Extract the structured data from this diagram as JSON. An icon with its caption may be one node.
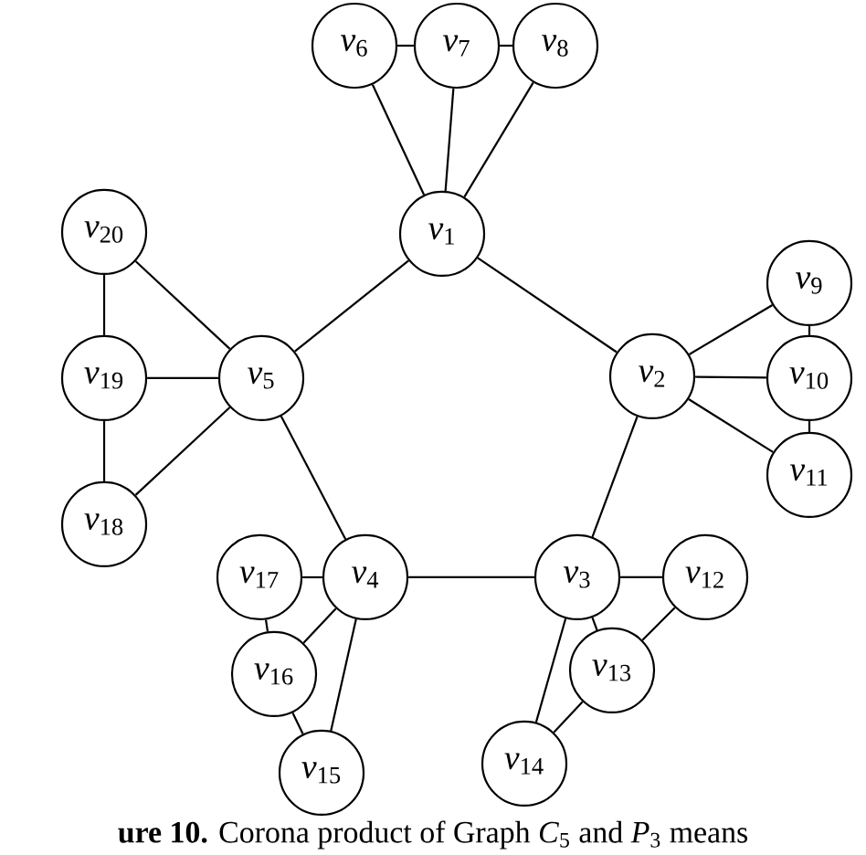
{
  "diagram": {
    "caption": "**ure 10.** Corona product of Graph *C*$_{5}$ and *P*$_{3}$ means",
    "nodes": [
      {
        "text": [
          "*v*$_{1}$"
        ]
      },
      {
        "text": [
          "*v*$_{2}$"
        ]
      },
      {
        "text": [
          "*v*$_{3}$"
        ]
      },
      {
        "text": [
          "*v*$_{4}$"
        ]
      },
      {
        "text": [
          "*v*$_{5}$"
        ]
      },
      {
        "text": [
          "*v*$_{6}$"
        ]
      },
      {
        "text": [
          "*v*$_{7}$"
        ]
      },
      {
        "text": [
          "*v*$_{8}$"
        ]
      },
      {
        "text": [
          "*v*$_{9}$"
        ]
      },
      {
        "text": [
          "*v*$_{10}$"
        ]
      },
      {
        "text": [
          "*v*$_{11}$"
        ]
      },
      {
        "text": [
          "*v*$_{12}$"
        ]
      },
      {
        "text": [
          "*v*$_{13}$"
        ]
      },
      {
        "text": [
          "*v*$_{14}$"
        ]
      },
      {
        "text": [
          "*v*$_{15}$"
        ]
      },
      {
        "text": [
          "*v*$_{16}$"
        ]
      },
      {
        "text": [
          "*v*$_{17}$"
        ]
      },
      {
        "text": [
          "*v*$_{18}$"
        ]
      },
      {
        "text": [
          "*v*$_{19}$"
        ]
      },
      {
        "text": [
          "*v*$_{20}$"
        ]
      }
    ],
    "edges": [
      {
        "from": 0,
        "to": 1,
        "arrow": "none"
      },
      {
        "from": 1,
        "to": 2,
        "arrow": "none"
      },
      {
        "from": 2,
        "to": 3,
        "arrow": "none"
      },
      {
        "from": 3,
        "to": 4,
        "arrow": "none"
      },
      {
        "from": 4,
        "to": 0,
        "arrow": "none"
      },
      {
        "from": 0,
        "to": 5,
        "arrow": "none"
      },
      {
        "from": 0,
        "to": 6,
        "arrow": "none"
      },
      {
        "from": 0,
        "to": 7,
        "arrow": "none"
      },
      {
        "from": 5,
        "to": 6,
        "arrow": "none"
      },
      {
        "from": 6,
        "to": 7,
        "arrow": "none"
      },
      {
        "from": 1,
        "to": 8,
        "arrow": "none"
      },
      {
        "from": 1,
        "to": 9,
        "arrow": "none"
      },
      {
        "from": 1,
        "to": 10,
        "arrow": "none"
      },
      {
        "from": 8,
        "to": 9,
        "arrow": "none"
      },
      {
        "from": 9,
        "to": 10,
        "arrow": "none"
      },
      {
        "from": 2,
        "to": 11,
        "arrow": "none"
      },
      {
        "from": 2,
        "to": 12,
        "arrow": "none"
      },
      {
        "from": 2,
        "to": 13,
        "arrow": "none"
      },
      {
        "from": 11,
        "to": 12,
        "arrow": "none"
      },
      {
        "from": 12,
        "to": 13,
        "arrow": "none"
      },
      {
        "from": 3,
        "to": 14,
        "arrow": "none"
      },
      {
        "from": 3,
        "to": 15,
        "arrow": "none"
      },
      {
        "from": 3,
        "to": 16,
        "arrow": "none"
      },
      {
        "from": 14,
        "to": 15,
        "arrow": "none"
      },
      {
        "from": 15,
        "to": 16,
        "arrow": "none"
      },
      {
        "from": 4,
        "to": 17,
        "arrow": "none"
      },
      {
        "from": 4,
        "to": 18,
        "arrow": "none"
      },
      {
        "from": 4,
        "to": 19,
        "arrow": "none"
      },
      {
        "from": 17,
        "to": 18,
        "arrow": "none"
      },
      {
        "from": 18,
        "to": 19,
        "arrow": "none"
      }
    ]
  }
}
